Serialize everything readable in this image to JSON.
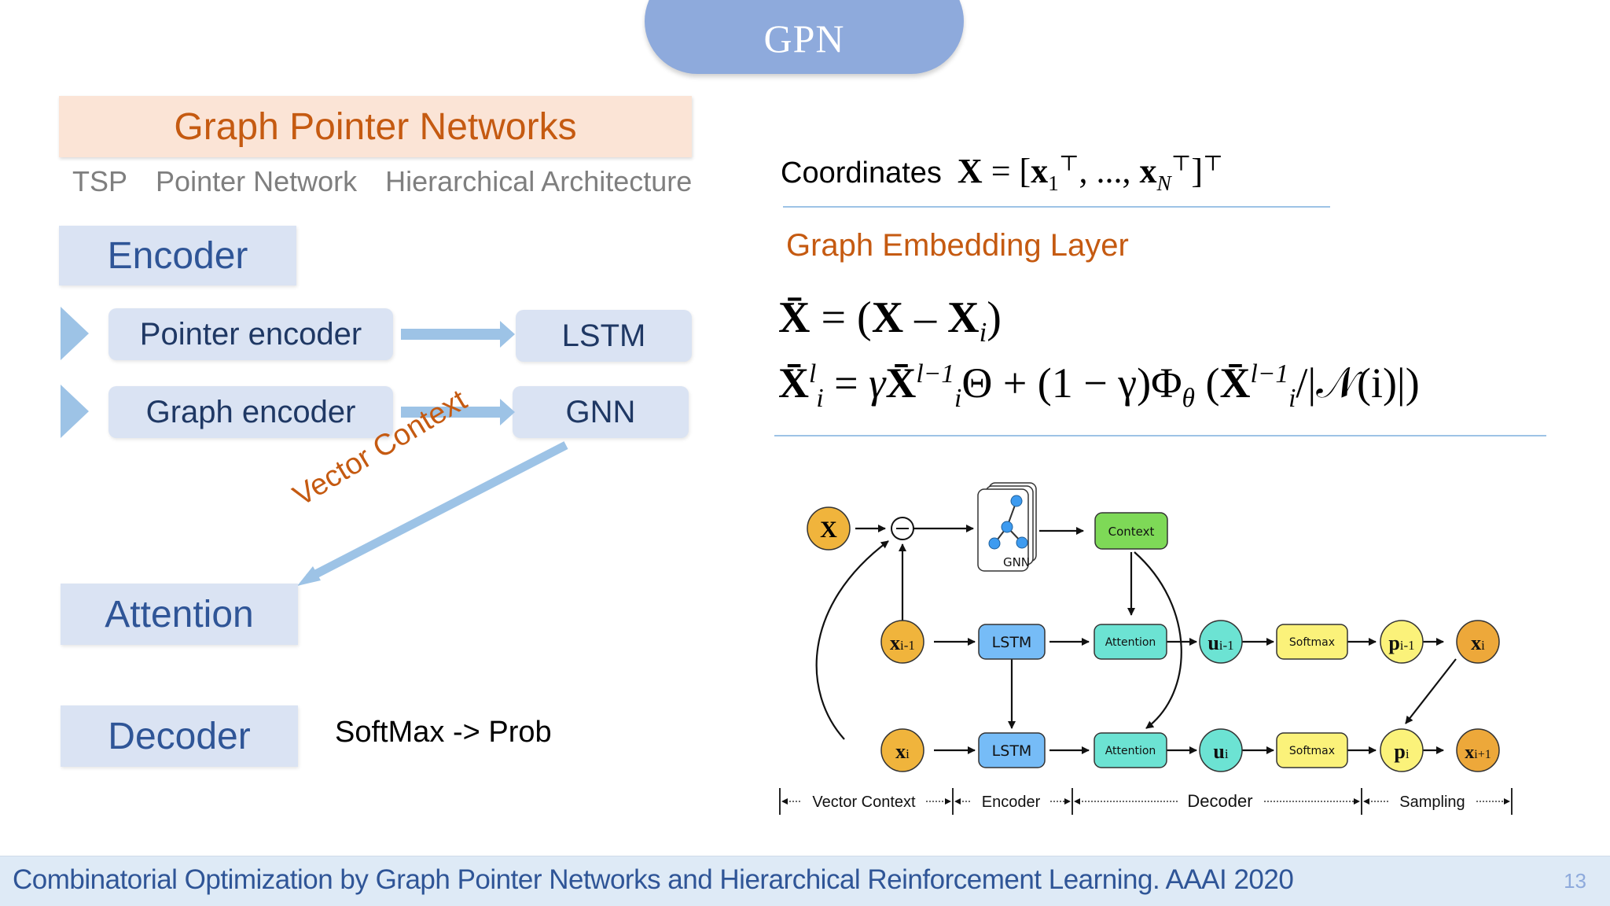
{
  "header": {
    "pill_label": "GPN"
  },
  "left": {
    "title": "Graph Pointer Networks",
    "tags": [
      "TSP",
      "Pointer Network",
      "Hierarchical Architecture"
    ],
    "encoder_label": "Encoder",
    "pointer_encoder": "Pointer encoder",
    "pointer_target": "LSTM",
    "graph_encoder": "Graph encoder",
    "graph_target": "GNN",
    "vector_context": "Vector Context",
    "attention_label": "Attention",
    "decoder_label": "Decoder",
    "decoder_note": "SoftMax -> Prob"
  },
  "right": {
    "coords_label": "Coordinates",
    "coords_formula": {
      "lhs": "X",
      "eq": "=",
      "x1": "x",
      "x1_sub": "1",
      "xN": "x",
      "xN_sub": "N",
      "sep": ", ..., ",
      "T": "⊤"
    },
    "embedding_title": "Graph Embedding Layer",
    "eq1": {
      "lhs": "X̄",
      "rhs_a": "X",
      "minus": "–",
      "rhs_b": "X",
      "sub": "i"
    },
    "eq2": {
      "lhs": "X̄",
      "lhs_sup": "l",
      "lhs_sub": "i",
      "gamma": "γ",
      "term_sup": "l−1",
      "theta": "Θ",
      "plus": "+",
      "one_minus_gamma": "(1 − γ)",
      "phi": "Φ",
      "phi_sub": "θ",
      "neigh": "/|𝒩(i)|"
    }
  },
  "architecture": {
    "nodes": {
      "X": "X",
      "minus": "−",
      "gnn": "GNN",
      "context": "Context",
      "x_prev": [
        "x",
        "i-1"
      ],
      "lstm1": "LSTM",
      "att1": "Attention",
      "u_prev": [
        "u",
        "i-1"
      ],
      "soft1": "Softmax",
      "p_prev": [
        "p",
        "i-1"
      ],
      "x_i_top": [
        "x",
        "i"
      ],
      "x_i": [
        "x",
        "i"
      ],
      "lstm2": "LSTM",
      "att2": "Attention",
      "u_i": [
        "u",
        "i"
      ],
      "soft2": "Softmax",
      "p_i": [
        "p",
        "i"
      ],
      "x_next": [
        "x",
        "i+1"
      ]
    },
    "phases": [
      "Vector Context",
      "Encoder",
      "Decoder",
      "Sampling"
    ],
    "colors": {
      "orange": "#f0b43c",
      "blue": "#76bcf7",
      "teal": "#6ce3d3",
      "green": "#7ed957",
      "yellow": "#fbf27a",
      "node_blue": "#3d9bf0"
    }
  },
  "footer": {
    "citation": "Combinatorial Optimization by Graph Pointer Networks and Hierarchical Reinforcement Learning. AAAI 2020",
    "page_number": "13"
  }
}
